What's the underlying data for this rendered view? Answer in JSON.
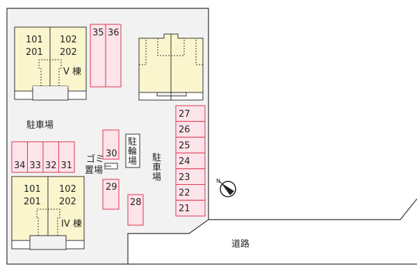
{
  "colors": {
    "ground": "#f2f2f2",
    "building": "#faf5cc",
    "parking_fill": "#fde3ea",
    "parking_stroke": "#d9364e",
    "outline": "#333333"
  },
  "buildings": [
    {
      "name": "V 棟",
      "units": [
        [
          "101",
          "201"
        ],
        [
          "102",
          "202"
        ]
      ]
    },
    {
      "name": "IV 棟",
      "units": [
        [
          "101",
          "201"
        ],
        [
          "102",
          "202"
        ]
      ]
    }
  ],
  "parking_top": [
    "35",
    "36"
  ],
  "parking_right": [
    "27",
    "26",
    "25",
    "24",
    "23",
    "22",
    "21"
  ],
  "parking_left": [
    "34",
    "33",
    "32",
    "31"
  ],
  "parking_single": [
    "30",
    "29",
    "28"
  ],
  "labels": {
    "parking_area_left": "駐車場",
    "parking_area_center": [
      "駐",
      "車",
      "場"
    ],
    "bicycle_parking": [
      "駐",
      "輪",
      "場"
    ],
    "garbage": [
      "ゴミ",
      "置場"
    ],
    "road": "道路"
  },
  "compass": {
    "icon": "north-arrow-icon",
    "label": "N"
  }
}
